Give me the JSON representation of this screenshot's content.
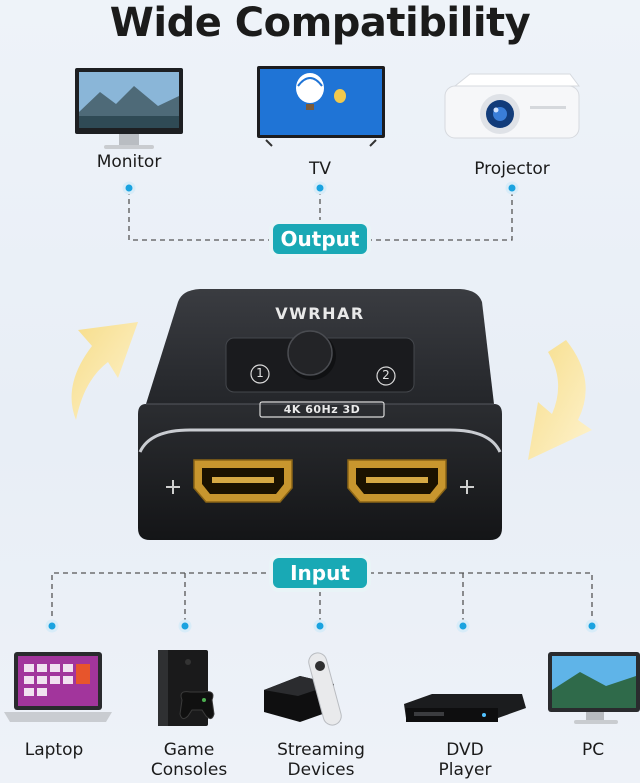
{
  "title": "Wide Compatibility",
  "output_label": "Output",
  "input_label": "Input",
  "outputs": [
    {
      "name": "Monitor",
      "icon": "monitor-icon"
    },
    {
      "name": "TV",
      "icon": "tv-icon"
    },
    {
      "name": "Projector",
      "icon": "projector-icon"
    }
  ],
  "inputs": [
    {
      "line1": "Laptop",
      "line2": "",
      "icon": "laptop-icon"
    },
    {
      "line1": "Game",
      "line2": "Consoles",
      "icon": "game-console-icon"
    },
    {
      "line1": "Streaming",
      "line2": "Devices",
      "icon": "streaming-device-icon"
    },
    {
      "line1": "DVD",
      "line2": "Player",
      "icon": "dvd-player-icon"
    },
    {
      "line1": "PC",
      "line2": "",
      "icon": "pc-icon"
    }
  ],
  "device": {
    "brand": "VWRHAR",
    "spec": "4K 60Hz 3D",
    "port_1": "1",
    "port_2": "2"
  },
  "colors": {
    "accent": "#19a9b5",
    "dot": "#1aa3e0",
    "device_body": "#2a2c30",
    "port_gold": "#c8962e",
    "arrow_yellow": "#f2cf6a"
  }
}
